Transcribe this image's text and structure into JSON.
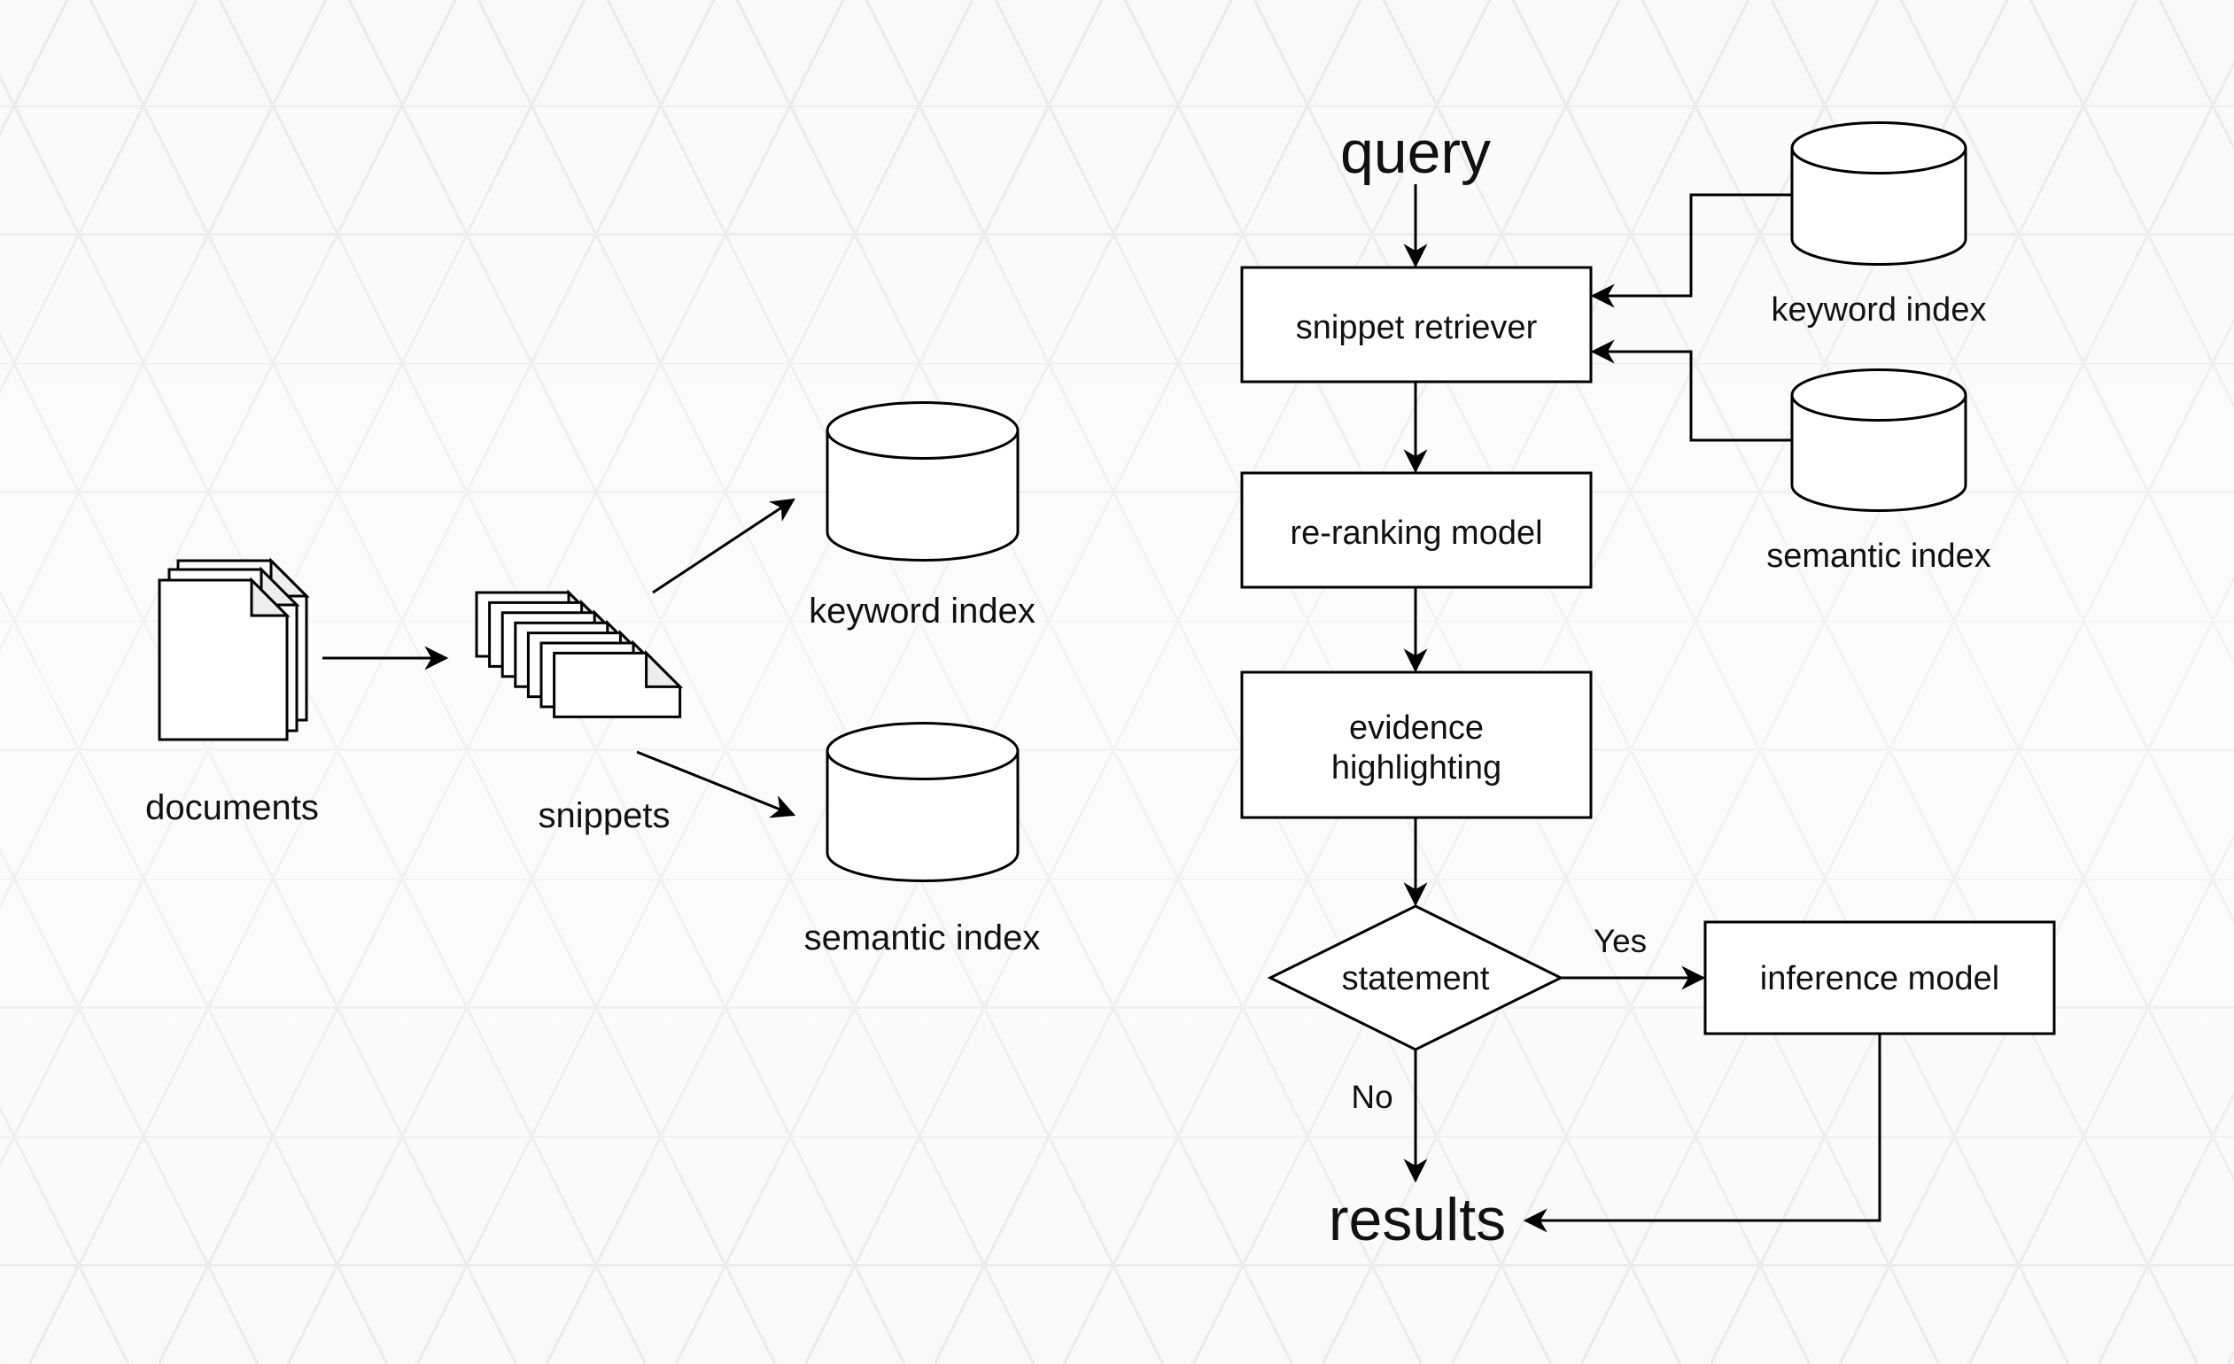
{
  "title": "Indexing and retrieval pipeline",
  "colors": {
    "background": "#f8f8f8",
    "pattern_line": "#e6e6e6",
    "stroke": "#000000",
    "shape_fill": "#ffffff",
    "fold_fill": "#eeeeee",
    "text": "#111111"
  },
  "indexing": {
    "documents_label": "documents",
    "snippets_label": "snippets",
    "keyword_index_label": "keyword index",
    "semantic_index_label": "semantic index",
    "documents_icon": "stacked-documents-icon",
    "snippets_icon": "stacked-snippets-icon",
    "index_icon": "database-cylinder-icon"
  },
  "retrieval": {
    "query_label": "query",
    "snippet_retriever_label": "snippet retriever",
    "reranking_label": "re-ranking model",
    "evidence_line1": "evidence",
    "evidence_line2": "highlighting",
    "decision_label": "statement",
    "yes_label": "Yes",
    "no_label": "No",
    "inference_label": "inference model",
    "results_label": "results",
    "keyword_index_label": "keyword index",
    "semantic_index_label": "semantic index"
  },
  "edges": [
    {
      "from": "documents",
      "to": "snippets"
    },
    {
      "from": "snippets",
      "to": "keyword index"
    },
    {
      "from": "snippets",
      "to": "semantic index"
    },
    {
      "from": "query",
      "to": "snippet retriever"
    },
    {
      "from": "keyword index",
      "to": "snippet retriever"
    },
    {
      "from": "semantic index",
      "to": "snippet retriever"
    },
    {
      "from": "snippet retriever",
      "to": "re-ranking model"
    },
    {
      "from": "re-ranking model",
      "to": "evidence highlighting"
    },
    {
      "from": "evidence highlighting",
      "to": "statement"
    },
    {
      "from": "statement",
      "to": "inference model",
      "label": "Yes"
    },
    {
      "from": "statement",
      "to": "results",
      "label": "No"
    },
    {
      "from": "inference model",
      "to": "results"
    }
  ]
}
